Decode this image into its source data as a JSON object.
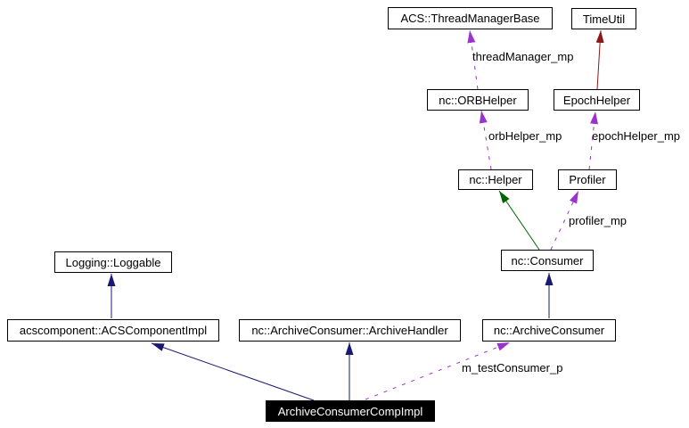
{
  "diagram_type": "class-collaboration-graph",
  "colors": {
    "public_inheritance": "#191970",
    "protected_inheritance": "#006400",
    "private_inheritance": "#8b1a1a",
    "usage_dashed": "#9a32cd",
    "node_border": "#000000",
    "node_background": "#ffffff",
    "focus_node_background": "#000000",
    "focus_node_text": "#ffffff"
  },
  "nodes": [
    {
      "id": "acs-threadmanagerbase",
      "label": "ACS::ThreadManagerBase"
    },
    {
      "id": "timeutil",
      "label": "TimeUtil"
    },
    {
      "id": "nc-orbhelper",
      "label": "nc::ORBHelper"
    },
    {
      "id": "epochhelper",
      "label": "EpochHelper"
    },
    {
      "id": "nc-helper",
      "label": "nc::Helper"
    },
    {
      "id": "profiler",
      "label": "Profiler"
    },
    {
      "id": "nc-consumer",
      "label": "nc::Consumer"
    },
    {
      "id": "logging-loggable",
      "label": "Logging::Loggable"
    },
    {
      "id": "acscomponentimpl",
      "label": "acscomponent::ACSComponentImpl"
    },
    {
      "id": "archivehandler",
      "label": "nc::ArchiveConsumer::ArchiveHandler"
    },
    {
      "id": "nc-archiveconsumer",
      "label": "nc::ArchiveConsumer"
    },
    {
      "id": "archiveconsumercompimpl",
      "label": "ArchiveConsumerCompImpl"
    }
  ],
  "edges": [
    {
      "from": "nc::ORBHelper",
      "to": "ACS::ThreadManagerBase",
      "type": "usage",
      "label": "threadManager_mp"
    },
    {
      "from": "EpochHelper",
      "to": "TimeUtil",
      "type": "private-inheritance",
      "label": ""
    },
    {
      "from": "nc::Helper",
      "to": "nc::ORBHelper",
      "type": "usage",
      "label": "orbHelper_mp"
    },
    {
      "from": "Profiler",
      "to": "EpochHelper",
      "type": "usage",
      "label": "epochHelper_mp"
    },
    {
      "from": "nc::Consumer",
      "to": "nc::Helper",
      "type": "protected-inheritance",
      "label": ""
    },
    {
      "from": "nc::Consumer",
      "to": "Profiler",
      "type": "usage",
      "label": "profiler_mp"
    },
    {
      "from": "nc::ArchiveConsumer",
      "to": "nc::Consumer",
      "type": "public-inheritance",
      "label": ""
    },
    {
      "from": "acscomponent::ACSComponentImpl",
      "to": "Logging::Loggable",
      "type": "public-inheritance",
      "label": ""
    },
    {
      "from": "ArchiveConsumerCompImpl",
      "to": "acscomponent::ACSComponentImpl",
      "type": "public-inheritance",
      "label": ""
    },
    {
      "from": "ArchiveConsumerCompImpl",
      "to": "nc::ArchiveConsumer::ArchiveHandler",
      "type": "public-inheritance",
      "label": ""
    },
    {
      "from": "ArchiveConsumerCompImpl",
      "to": "nc::ArchiveConsumer",
      "type": "usage",
      "label": "m_testConsumer_p"
    }
  ]
}
